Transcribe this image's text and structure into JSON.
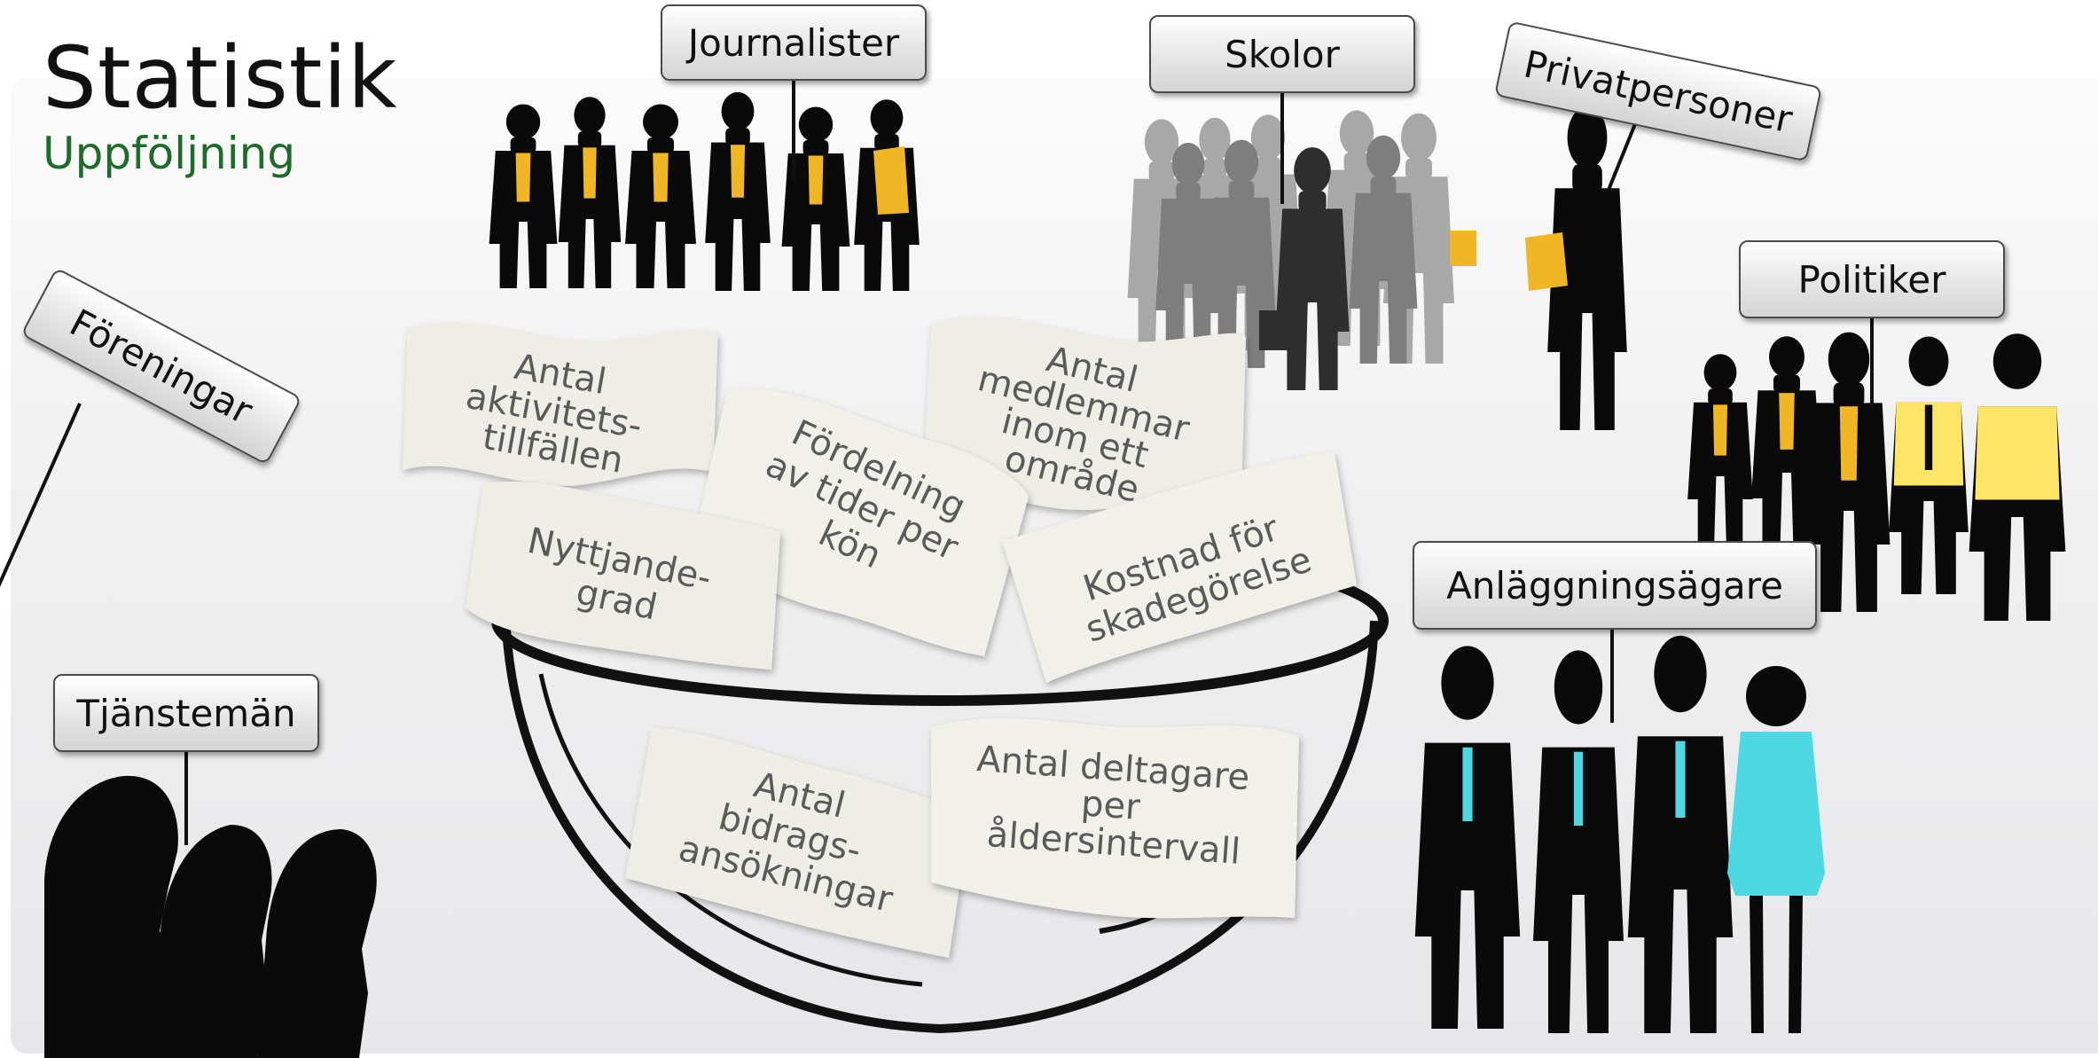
{
  "header": {
    "title": "Statistik",
    "subtitle": "Uppföljning"
  },
  "groups": {
    "journalister": "Journalister",
    "skolor": "Skolor",
    "privatpersoner": "Privatpersoner",
    "politiker": "Politiker",
    "foreningar": "Föreningar",
    "tjansteman": "Tjänstemän",
    "anlaggningsagare": "Anläggningsägare"
  },
  "notes": {
    "aktivitetstillfallen": [
      "Antal",
      "aktivitets-",
      "tillfällen"
    ],
    "medlemmar": [
      "Antal",
      "medlemmar",
      "inom ett",
      "område"
    ],
    "fordelning": [
      "Fördelning",
      "av tider per",
      "kön"
    ],
    "nyttjandegrad": [
      "Nyttjande-",
      "grad"
    ],
    "kostnad": [
      "Kostnad för",
      "skadegörelse"
    ],
    "bidrag": [
      "Antal",
      "bidrags-",
      "ansökningar"
    ],
    "deltagare": [
      "Antal deltagare",
      "per",
      "åldersintervall"
    ]
  },
  "colors": {
    "subtitle": "#1e6b2a",
    "accent_yellow": "#f0b624",
    "accent_light_yellow": "#ffe566",
    "accent_cyan": "#4dd9e3",
    "silhouette": "#0a0a0a",
    "crowd_gray": "#9a9a9a"
  }
}
